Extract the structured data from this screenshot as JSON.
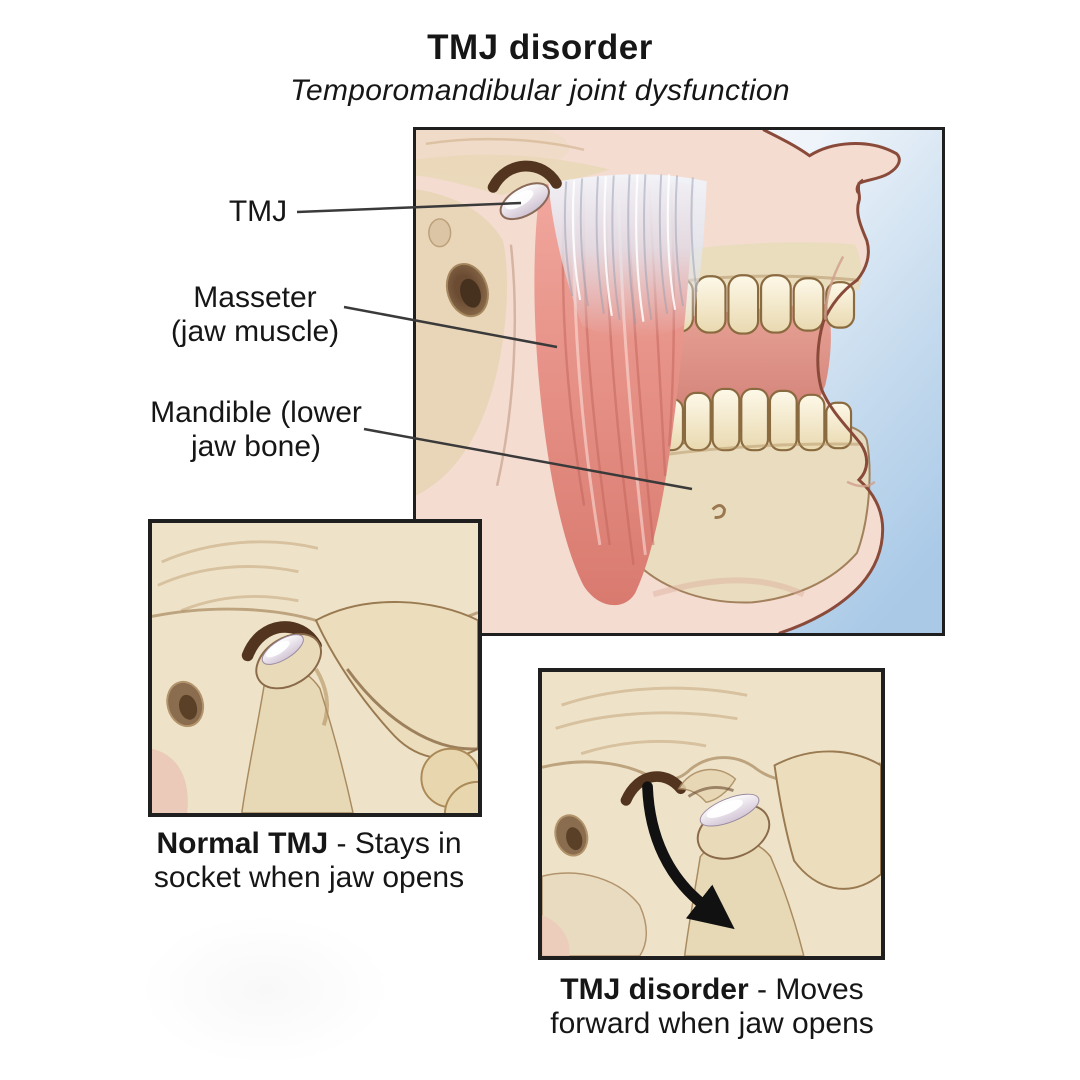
{
  "header": {
    "title": "TMJ disorder",
    "subtitle": "Temporomandibular joint dysfunction"
  },
  "anatomy_labels": {
    "tmj": "TMJ",
    "masseter": [
      "Masseter",
      "(jaw muscle)"
    ],
    "mandible": [
      "Mandible (lower",
      "jaw bone)"
    ]
  },
  "captions": {
    "normal": {
      "term": "Normal TMJ",
      "rest": " - Stays in",
      "line2": "socket when jaw opens"
    },
    "disorder": {
      "term": "TMJ disorder",
      "rest": " - Moves",
      "line2": "forward when jaw opens"
    }
  },
  "colors": {
    "text": "#161616",
    "panel_border": "#1f1f1f",
    "leader_line": "#3a3a3a",
    "skin": "#f4dcd1",
    "skin_outline": "#8a4a3a",
    "bone": "#e9dcbd",
    "bone_line": "#9a7850",
    "muscle": "#e6897f",
    "tendon": "#eef0f5",
    "tooth": "#f6eed6",
    "tooth_outline": "#8a6a3f",
    "mouth": "#dd9488",
    "socket_dark": "#53351f",
    "disc": "#f3eef6",
    "background_blue": "#b7d2ec",
    "arrow": "#111111"
  }
}
